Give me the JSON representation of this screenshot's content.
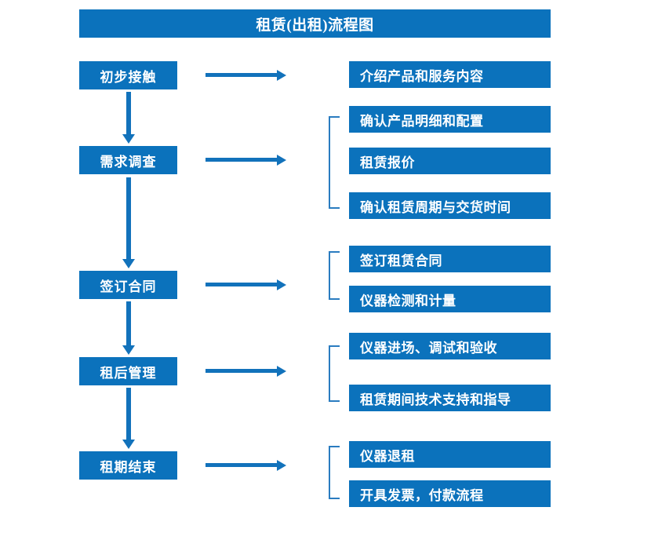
{
  "chart_data": {
    "type": "diagram",
    "title": "租赁(出租)流程图",
    "diagram_kind": "flowchart",
    "orientation": "vertical-with-branches",
    "stages": [
      {
        "label": "初步接触",
        "details": [
          "介绍产品和服务内容"
        ],
        "has_bracket": false
      },
      {
        "label": "需求调查",
        "details": [
          "确认产品明细和配置",
          "租赁报价",
          "确认租赁周期与交货时间"
        ],
        "has_bracket": true
      },
      {
        "label": "签订合同",
        "details": [
          "签订租赁合同",
          "仪器检测和计量"
        ],
        "has_bracket": true
      },
      {
        "label": "租后管理",
        "details": [
          "仪器进场、调试和验收",
          "租赁期间技术支持和指导"
        ],
        "has_bracket": true
      },
      {
        "label": "租期结束",
        "details": [
          "仪器退租",
          "开具发票，付款流程"
        ],
        "has_bracket": true
      }
    ],
    "connectors": {
      "down_arrow_count": 4,
      "right_arrow_count": 5,
      "bracket_count": 4
    },
    "colors": {
      "box_fill": "#0b72bc",
      "box_text": "#ffffff",
      "arrow": "#1272bb",
      "bracket": "#2a7cc0",
      "background": "#ffffff"
    }
  },
  "header": {
    "title": "租赁(出租)流程图"
  },
  "stages": [
    {
      "label": "初步接触"
    },
    {
      "label": "需求调查"
    },
    {
      "label": "签订合同"
    },
    {
      "label": "租后管理"
    },
    {
      "label": "租期结束"
    }
  ],
  "details": [
    {
      "label": "介绍产品和服务内容"
    },
    {
      "label": "确认产品明细和配置"
    },
    {
      "label": "租赁报价"
    },
    {
      "label": "确认租赁周期与交货时间"
    },
    {
      "label": "签订租赁合同"
    },
    {
      "label": "仪器检测和计量"
    },
    {
      "label": "仪器进场、调试和验收"
    },
    {
      "label": "租赁期间技术支持和指导"
    },
    {
      "label": "仪器退租"
    },
    {
      "label": "开具发票，付款流程"
    }
  ]
}
